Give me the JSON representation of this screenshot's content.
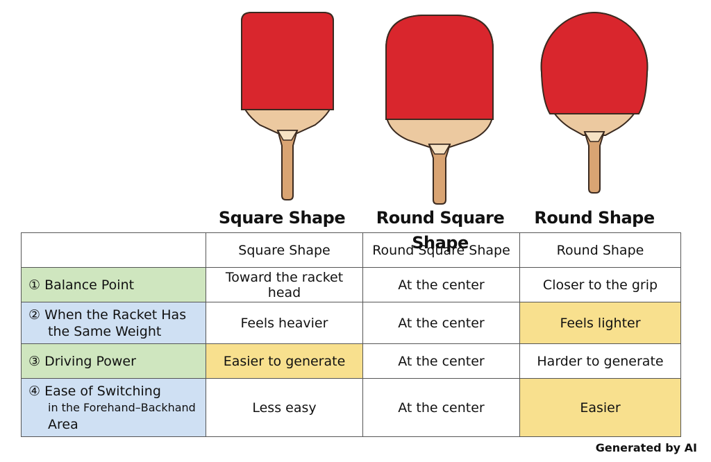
{
  "captions": [
    "Square Shape",
    "Round Square Shape",
    "Round Shape"
  ],
  "table": {
    "header": [
      "",
      "Square Shape",
      "Round Square Shape",
      "Round Shape"
    ],
    "rows": [
      {
        "label": "① Balance Point",
        "cells": [
          "Toward the racket head",
          "At the center",
          "Closer to the grip"
        ]
      },
      {
        "label_line1": "② When the Racket Has",
        "label_line2": "the Same Weight",
        "cells": [
          "Feels heavier",
          "At the center",
          "Feels lighter"
        ]
      },
      {
        "label": "③ Driving Power",
        "cells": [
          "Easier to generate",
          "At the center",
          "Harder to generate"
        ]
      },
      {
        "label_line1": "④ Ease of Switching",
        "label_line2": "in the Forehand–Backhand",
        "label_line3": "Area",
        "cells": [
          "Less easy",
          "At the center",
          "Easier"
        ]
      }
    ]
  },
  "colors": {
    "rubber": "#d9262d",
    "wood": "#ecc9a0",
    "handle": "#d9a473",
    "green": "#cfe6bf",
    "blue": "#cfe0f3",
    "yellow": "#f8e08e"
  },
  "footer": "Generated by AI"
}
